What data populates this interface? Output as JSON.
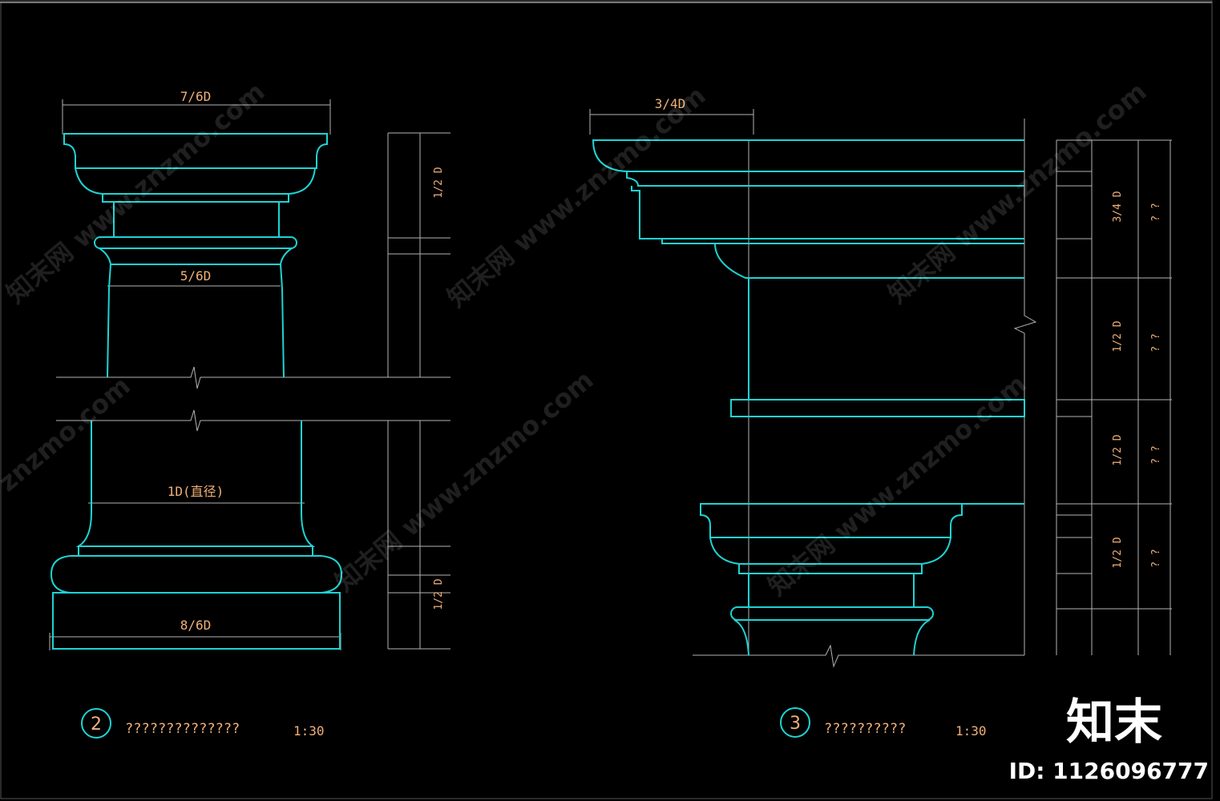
{
  "drawing_left": {
    "dim_top": "7/6D",
    "dim_neck": "5/6D",
    "dim_shaft": "1D(直径)",
    "dim_base": "8/6D",
    "side_top": "1/2 D",
    "side_bottom": "1/2 D",
    "number": "2",
    "title": "??????????????",
    "scale": "1:30"
  },
  "drawing_right": {
    "dim_top": "3/4D",
    "side_labels": [
      "3/4 D",
      "1/2 D",
      "1/2 D",
      "1/2 D"
    ],
    "side_marks": [
      "? ?",
      "? ?",
      "? ?",
      "? ?"
    ],
    "number": "3",
    "title": "??????????",
    "scale": "1:30"
  },
  "watermarks": [
    "知末网 www.znzmo.com",
    "知末网 www.znzmo.com",
    "知末网 www.znzmo.com",
    "知末网 www.znzmo.com",
    "知末网 www.znzmo.com",
    "znzmo.com"
  ],
  "brand": {
    "logo": "知末",
    "id": "ID: 1126096777"
  },
  "colors": {
    "background": "#000000",
    "outline": "#1fd3d3",
    "guide": "#b4b4b4",
    "text": "#f0b078"
  }
}
